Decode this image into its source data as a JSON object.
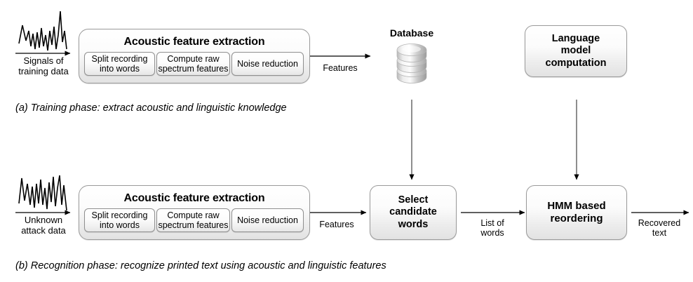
{
  "figure": {
    "panels": [
      {
        "id": "a",
        "caption": "(a) Training phase: extract acoustic and linguistic knowledge",
        "input_label_line1": "Signals of",
        "input_label_line2": "training data",
        "waveform_icon": "audio-waveform-icon",
        "pipeline_title": "Acoustic feature extraction",
        "steps": [
          {
            "line1": "Split recording",
            "line2": "into words"
          },
          {
            "line1": "Compute raw",
            "line2": "spectrum features"
          },
          {
            "line1": "Noise reduction",
            "line2": ""
          }
        ],
        "features_label": "Features",
        "database_title": "Database",
        "database_icon": "database-cylinder-icon",
        "language_model_label": "Language\nmodel\ncomputation",
        "language_model_lines": [
          "Language",
          "model",
          "computation"
        ]
      },
      {
        "id": "b",
        "caption": "(b) Recognition phase: recognize printed text using acoustic and linguistic features",
        "input_label_line1": "Unknown",
        "input_label_line2": "attack data",
        "waveform_icon": "audio-waveform-icon",
        "pipeline_title": "Acoustic feature extraction",
        "steps": [
          {
            "line1": "Split recording",
            "line2": "into words"
          },
          {
            "line1": "Compute raw",
            "line2": "spectrum features"
          },
          {
            "line1": "Noise reduction",
            "line2": ""
          }
        ],
        "features_label": "Features",
        "select_lines": [
          "Select",
          "candidate",
          "words"
        ],
        "list_of_words_line1": "List of",
        "list_of_words_line2": "words",
        "hmm_lines": [
          "HMM based",
          "reordering"
        ],
        "recovered_line1": "Recovered",
        "recovered_line2": "text"
      }
    ]
  },
  "colors": {
    "box_border": "#9a9a9a",
    "box_fill_top": "#ffffff",
    "box_fill_bottom": "#e2e2e2",
    "arrow": "#000000",
    "text": "#000000",
    "waveform": "#000000"
  }
}
